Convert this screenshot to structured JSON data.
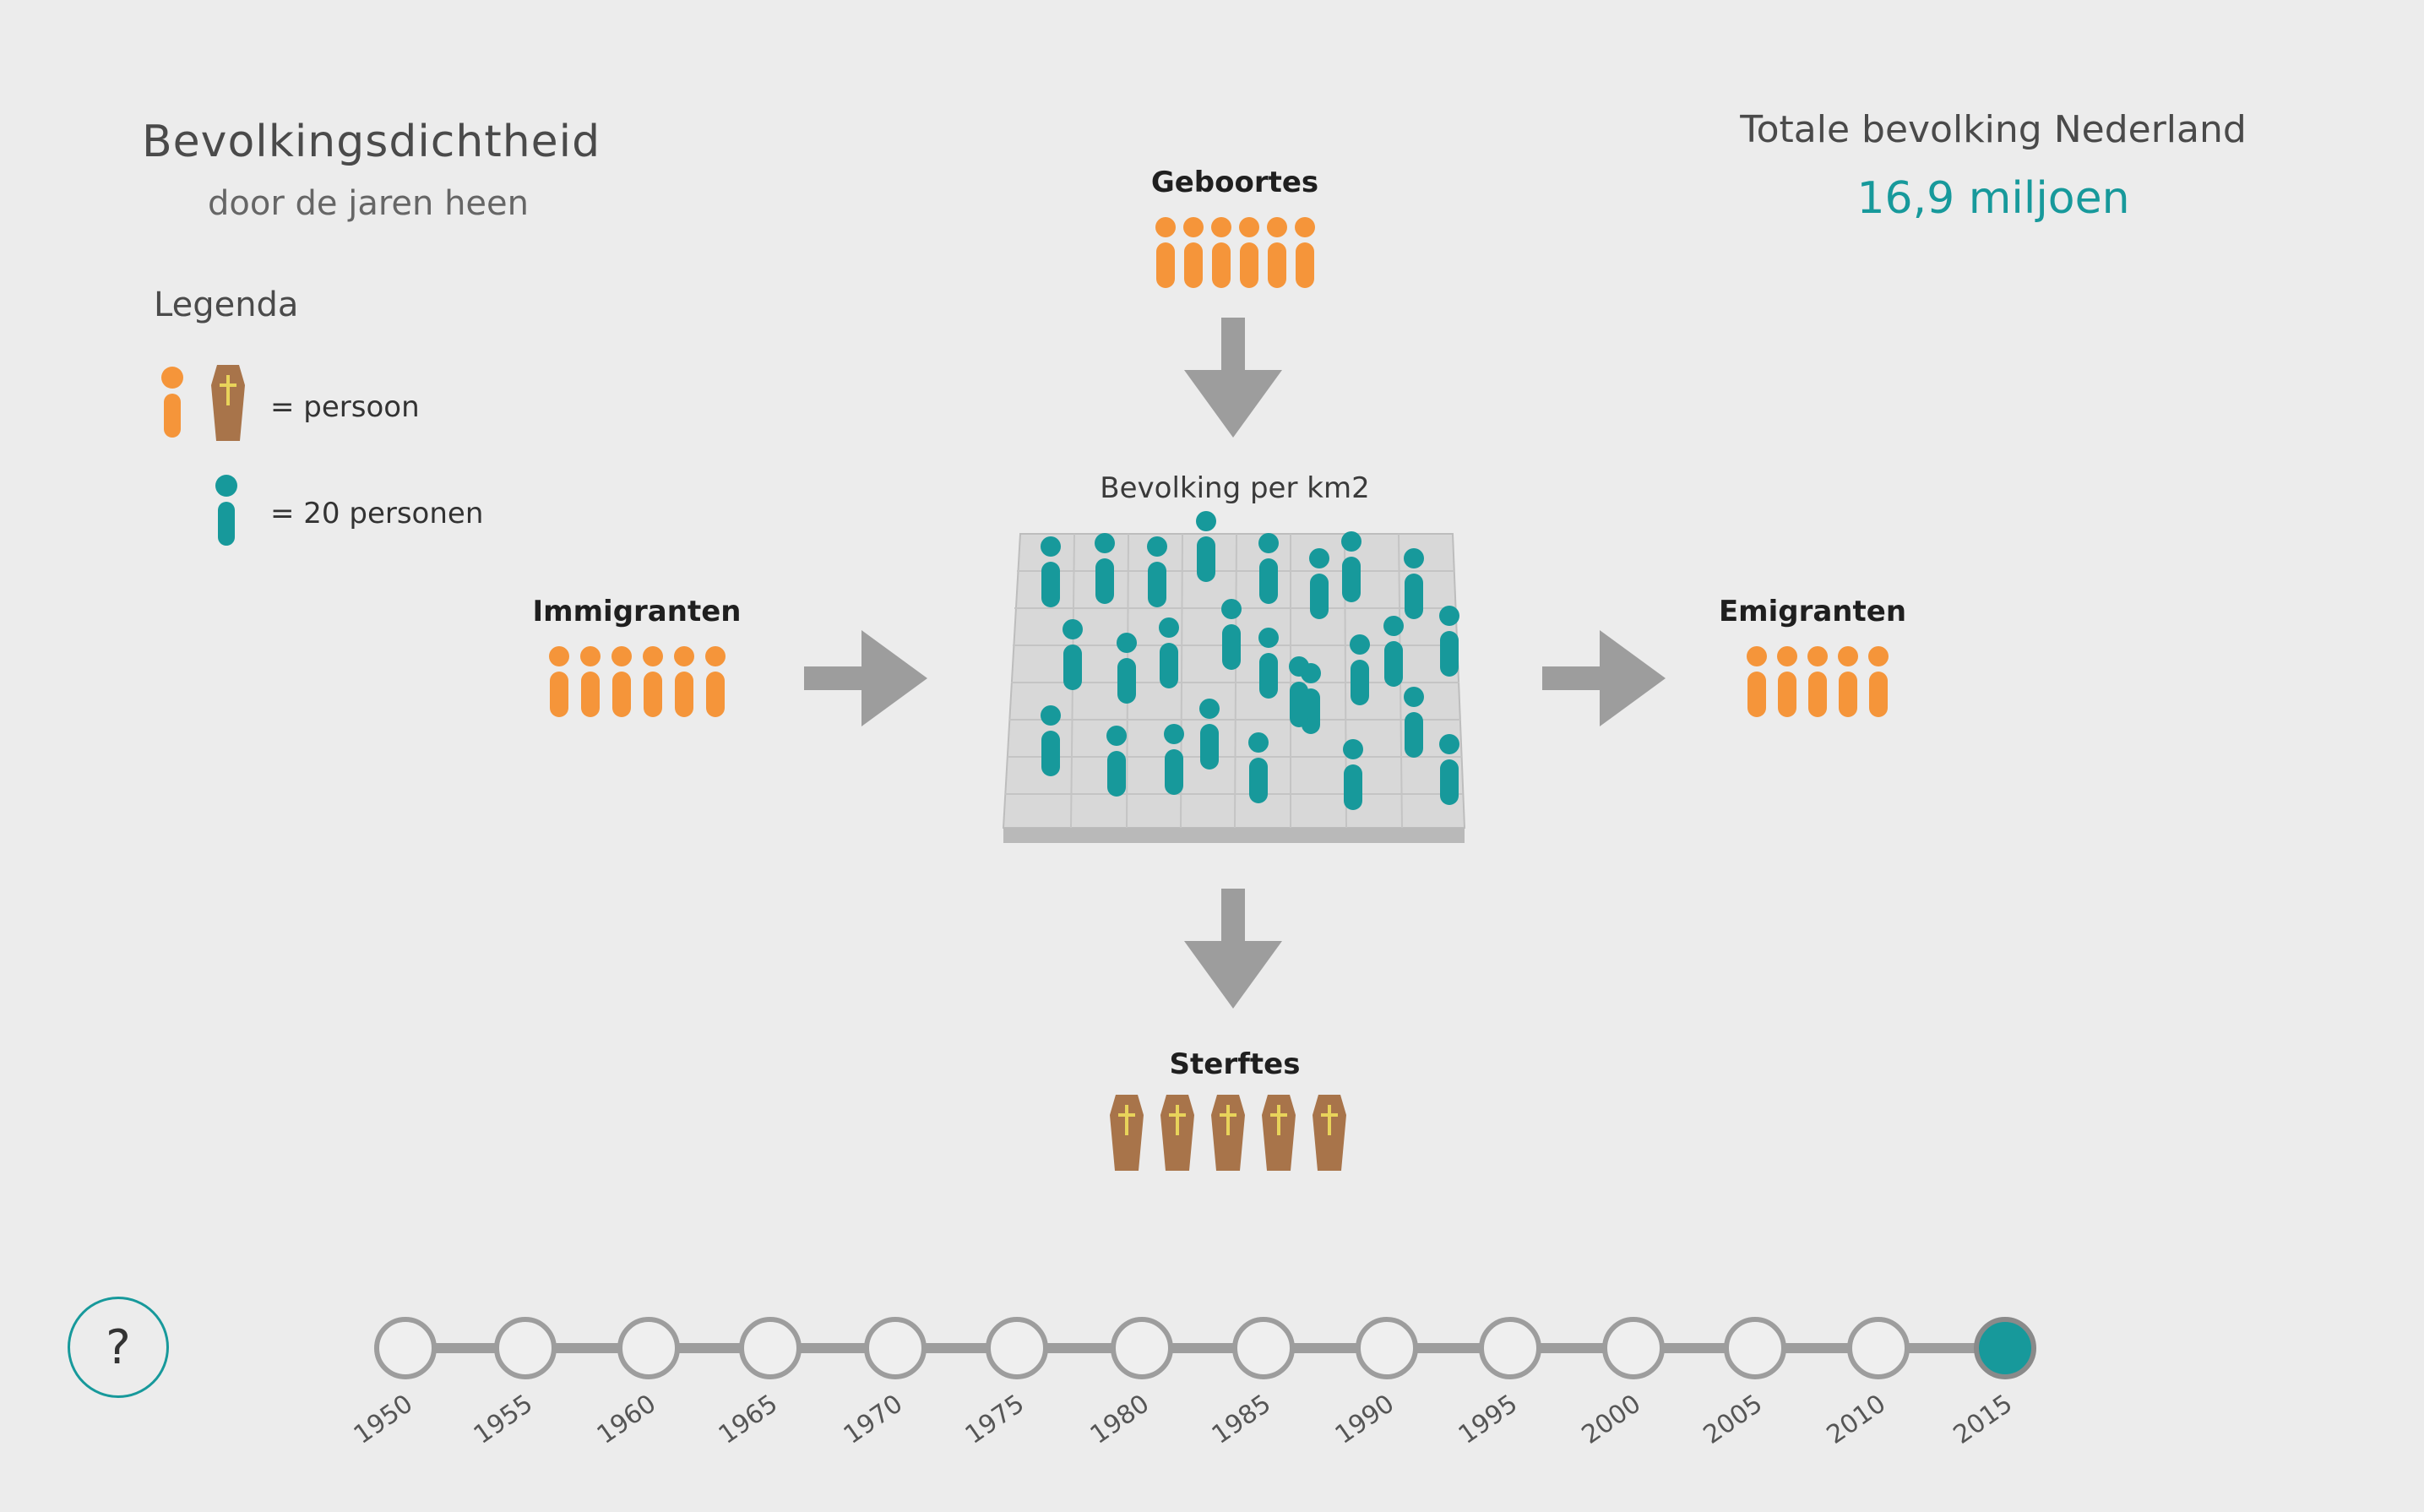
{
  "header": {
    "title": "Bevolkingsdichtheid",
    "subtitle": "door de jaren heen"
  },
  "legend": {
    "title": "Legenda",
    "person_label": "= persoon",
    "group_label": "= 20 personen"
  },
  "total": {
    "title": "Totale bevolking Nederland",
    "value": "16,9 miljoen"
  },
  "flows": {
    "births_label": "Geboortes",
    "births_count": 6,
    "immigrants_label": "Immigranten",
    "immigrants_count": 6,
    "emigrants_label": "Emigranten",
    "emigrants_count": 5,
    "deaths_label": "Sterftes",
    "deaths_count": 5
  },
  "density": {
    "label": "Bevolking per km2",
    "figure_count": 29
  },
  "timeline": {
    "years": [
      "1950",
      "1955",
      "1960",
      "1965",
      "1970",
      "1975",
      "1980",
      "1985",
      "1990",
      "1995",
      "2000",
      "2005",
      "2010",
      "2015"
    ],
    "selected": "2015"
  },
  "help": {
    "symbol": "?"
  },
  "colors": {
    "person": "#f5953a",
    "group": "#17999b",
    "coffin": "#a8744a",
    "cross": "#e8d35a",
    "arrow": "#9d9d9d"
  }
}
